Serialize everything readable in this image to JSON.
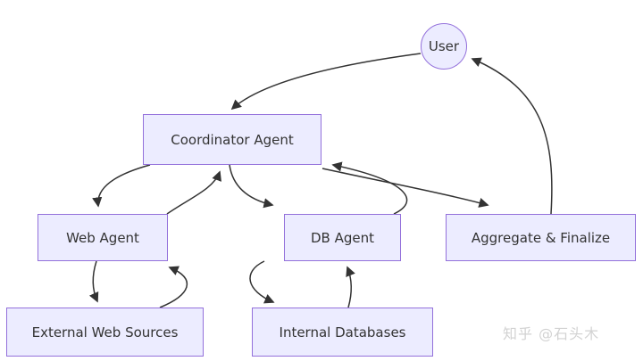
{
  "diagram": {
    "type": "flowchart",
    "nodes": {
      "user": {
        "label": "User",
        "shape": "circle"
      },
      "coordinator": {
        "label": "Coordinator Agent",
        "shape": "rect"
      },
      "web_agent": {
        "label": "Web Agent",
        "shape": "rect"
      },
      "db_agent": {
        "label": "DB Agent",
        "shape": "rect"
      },
      "aggregate": {
        "label": "Aggregate & Finalize",
        "shape": "rect"
      },
      "external_web": {
        "label": "External Web Sources",
        "shape": "rect"
      },
      "internal_db": {
        "label": "Internal Databases",
        "shape": "rect"
      }
    },
    "edges": [
      {
        "from": "user",
        "to": "coordinator"
      },
      {
        "from": "coordinator",
        "to": "web_agent"
      },
      {
        "from": "web_agent",
        "to": "coordinator"
      },
      {
        "from": "coordinator",
        "to": "db_agent"
      },
      {
        "from": "db_agent",
        "to": "coordinator"
      },
      {
        "from": "coordinator",
        "to": "aggregate"
      },
      {
        "from": "aggregate",
        "to": "user"
      },
      {
        "from": "web_agent",
        "to": "external_web"
      },
      {
        "from": "external_web",
        "to": "web_agent"
      },
      {
        "from": "db_agent",
        "to": "internal_db"
      },
      {
        "from": "internal_db",
        "to": "db_agent"
      }
    ],
    "colors": {
      "node_fill": "#ECECFF",
      "node_border": "#9370DB",
      "edge": "#333333",
      "text": "#333333",
      "background": "#FFFFFF",
      "watermark": "#D2D2D2"
    }
  },
  "watermark": {
    "text": "知乎 @石头木"
  }
}
